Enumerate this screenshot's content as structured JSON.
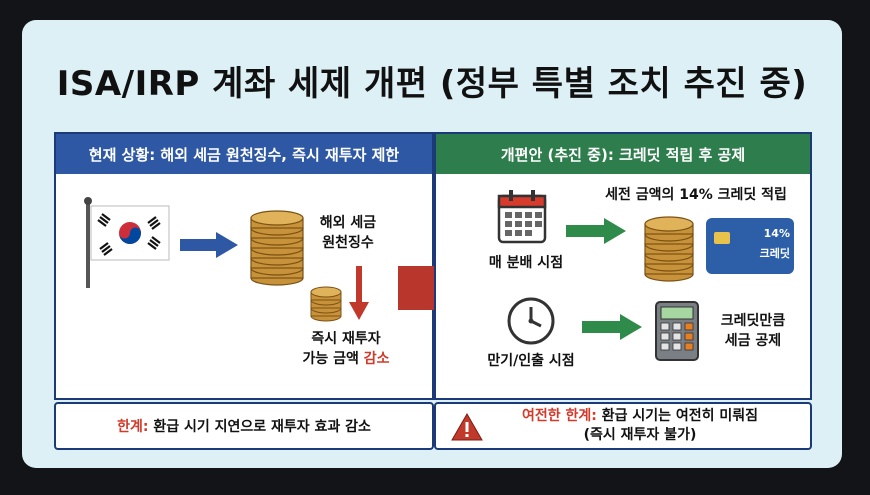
{
  "title": "ISA/IRP 계좌 세제 개편 (정부 특별 조치 추진 중)",
  "left_panel": {
    "header": "현재 상황: 해외 세금 원천징수, 즉시 재투자 제한",
    "tax_label_1": "해외 세금",
    "tax_label_2": "원천징수",
    "reinvest_label_1": "즉시 재투자",
    "reinvest_label_2_prefix": "가능 금액",
    "reinvest_label_2_emph": "감소"
  },
  "right_panel": {
    "header": "개편안 (추진 중): 크레딧 적립 후 공제",
    "credit_label": "세전 금액의 14% 크레딧 적립",
    "dividend_label": "매 분배 시점",
    "card_text_1": "14%",
    "card_text_2": "크레딧",
    "deduct_label_1": "크레딧만큼",
    "deduct_label_2": "세금 공제",
    "maturity_label": "만기/인출 시점"
  },
  "footer_left": {
    "emph": "한계:",
    "text": "환급 시기 지연으로 재투자 효과 감소"
  },
  "footer_right": {
    "emph": "여전한 한계:",
    "text_1": "환급 시기는 여전히 미뤄짐",
    "text_2": "(즉시 재투자 불가)"
  },
  "colors": {
    "blue_header": "#2e58a4",
    "green_header": "#2e7d4c",
    "red_accent": "#d23a2a",
    "card_bg": "#dcf0f5"
  }
}
